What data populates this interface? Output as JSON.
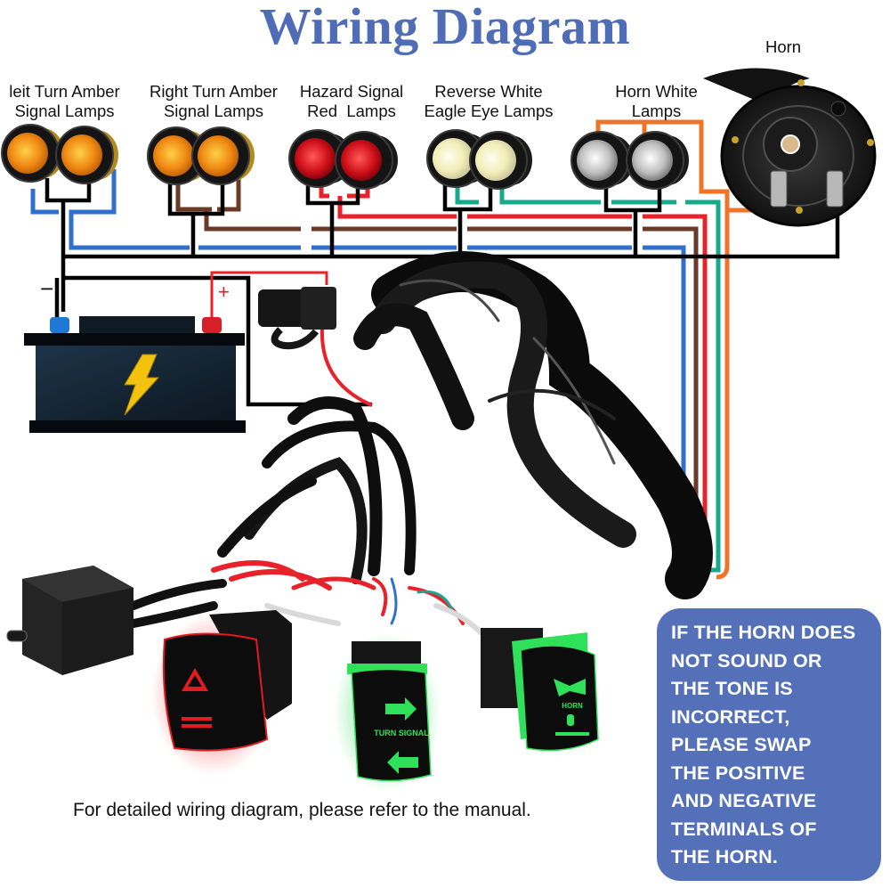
{
  "title": "Wiring Diagram",
  "components": {
    "horn_label": "Horn",
    "lamp_groups": [
      {
        "line1": "leit Turn Amber",
        "line2": "Signal Lamps",
        "lens_color": "#f19a1c",
        "wire_color": "#2f6fd0"
      },
      {
        "line1": "Right Turn Amber",
        "line2": "Signal Lamps",
        "lens_color": "#f19a1c",
        "wire_color": "#6b3a26"
      },
      {
        "line1": "Hazard Signal",
        "line2": "Red  Lamps",
        "lens_color": "#d7141c",
        "wire_color": "#e8222a"
      },
      {
        "line1": "Reverse White",
        "line2": "Eagle Eye Lamps",
        "lens_color": "#f3f0c8",
        "wire_color": "#17a98c"
      },
      {
        "line1": "Horn White",
        "line2": "Lamps",
        "lens_color": "#d9d9d9",
        "wire_color": "#f07428"
      }
    ],
    "battery": {
      "negative_symbol": "−",
      "positive_symbol": "+",
      "icon": "lightning-bolt-icon"
    },
    "switches": [
      {
        "name": "hazard",
        "glow": "#e21b23",
        "icon": "hazard-triangle-icon"
      },
      {
        "name": "turn-signal",
        "glow": "#2ee05a",
        "icon": "left-right-arrows-icon",
        "text": "TURN SIGNAL"
      },
      {
        "name": "horn",
        "glow": "#2ee05a",
        "icon": "horn-icon",
        "text": "HORN"
      }
    ]
  },
  "footer": "For detailed wiring diagram, please refer to the manual.",
  "note": {
    "lines": [
      "IF THE HORN DOES",
      "NOT SOUND OR",
      "THE TONE IS",
      "INCORRECT,",
      "PLEASE SWAP",
      "THE POSITIVE",
      "AND NEGATIVE",
      "TERMINALS OF",
      "THE HORN."
    ],
    "background": "#5470b8"
  },
  "colors": {
    "title": "#4f6db6",
    "ground_wire": "#000000",
    "blue_wire": "#2f6fd0",
    "brown_wire": "#6b3a26",
    "red_wire": "#e8222a",
    "teal_wire": "#17a98c",
    "orange_wire": "#f07428"
  }
}
